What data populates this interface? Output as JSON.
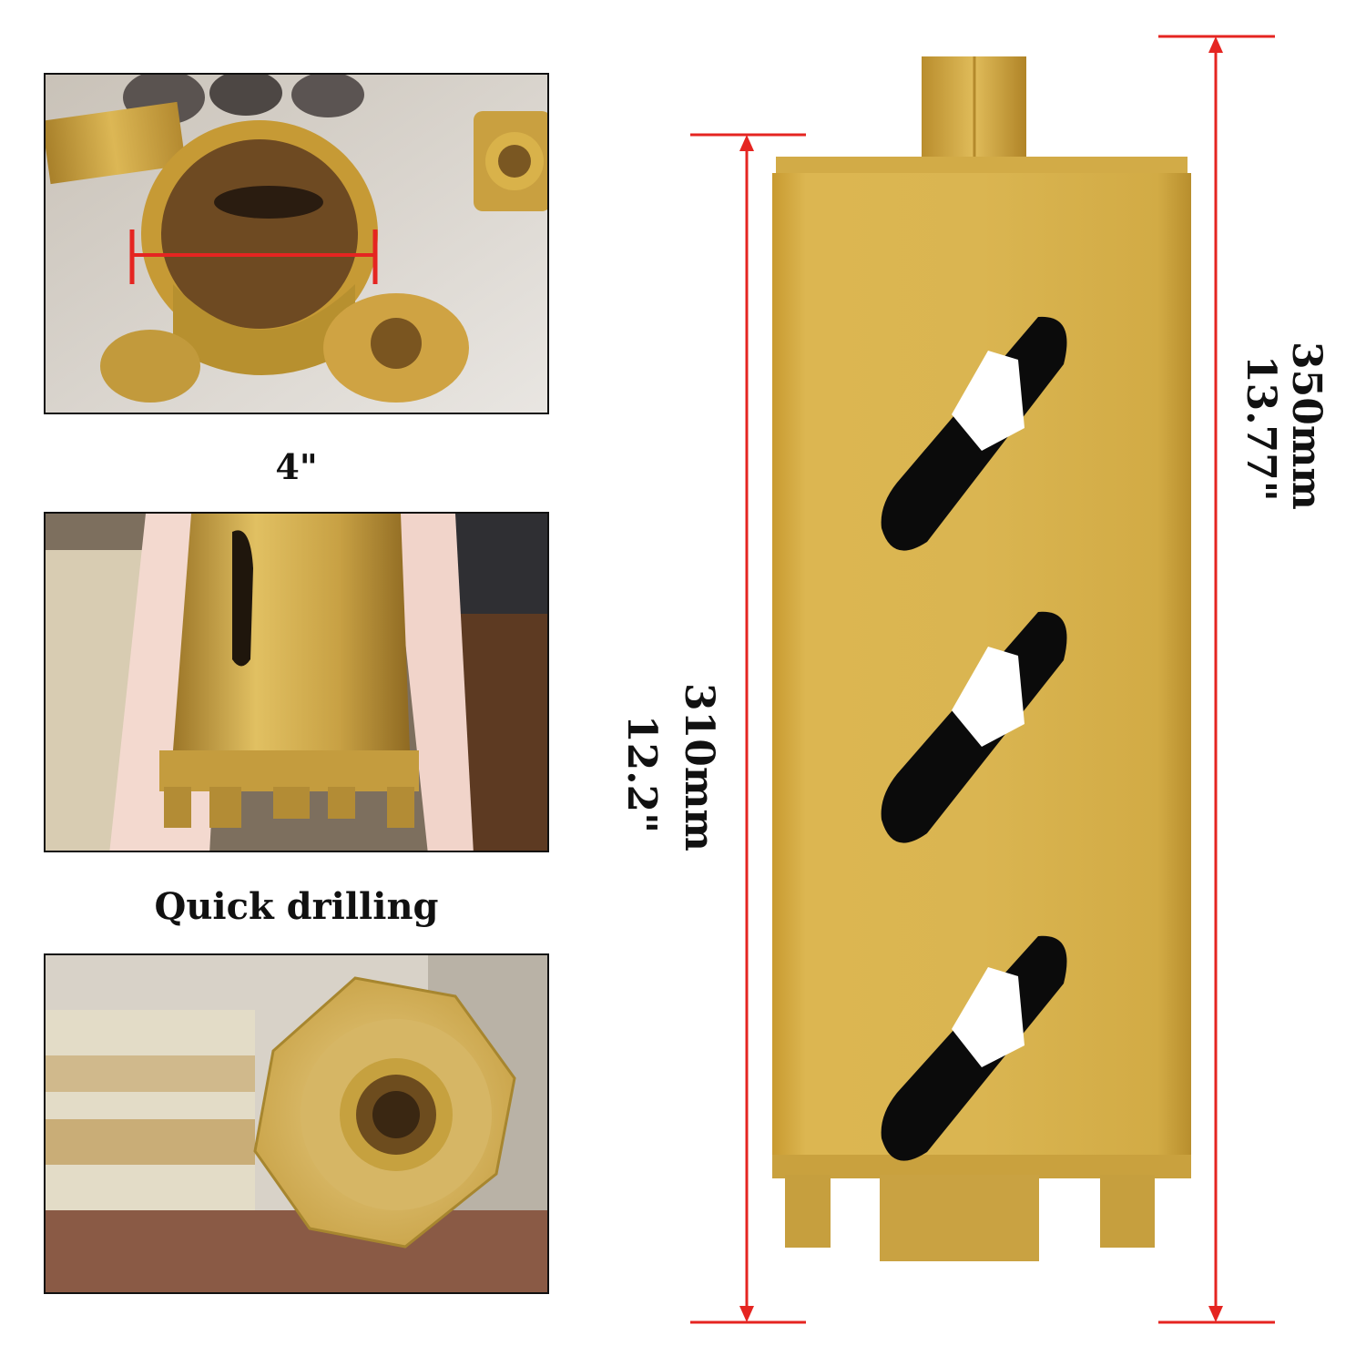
{
  "photos": [
    {
      "alt": "drill bit cutting end"
    },
    {
      "alt": "drill bit held in hand"
    },
    {
      "alt": "threaded hex connector"
    }
  ],
  "captions": {
    "diameter": "4\"",
    "feature": "Quick drilling"
  },
  "dimensions": {
    "total_length_mm": "350mm",
    "total_length_in": "13.77\"",
    "barrel_length_mm": "310mm",
    "barrel_length_in": "12.2\""
  },
  "colors": {
    "gold": "#d9b24a",
    "gold_dark": "#b98e2c",
    "measure_red": "#e52521"
  }
}
